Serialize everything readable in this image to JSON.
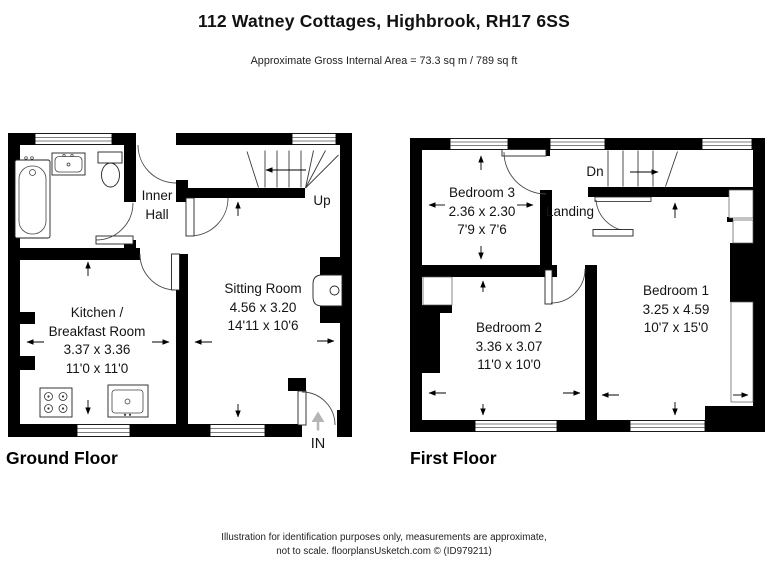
{
  "header": {
    "title": "112 Watney Cottages, Highbrook, RH17 6SS",
    "subtitle": "Approximate Gross Internal Area = 73.3 sq m / 789 sq ft"
  },
  "ground_floor": {
    "label": "Ground Floor",
    "stairs_label": "Up",
    "entrance_label": "IN",
    "rooms": {
      "kitchen": {
        "name1": "Kitchen /",
        "name2": "Breakfast Room",
        "dim_m": "3.37 x 3.36",
        "dim_ft": "11'0 x 11'0"
      },
      "sitting_room": {
        "name": "Sitting Room",
        "dim_m": "4.56 x 3.20",
        "dim_ft": "14'11 x 10'6"
      },
      "inner_hall": {
        "name1": "Inner",
        "name2": "Hall"
      }
    }
  },
  "first_floor": {
    "label": "First Floor",
    "stairs_label": "Dn",
    "rooms": {
      "bedroom1": {
        "name": "Bedroom 1",
        "dim_m": "3.25 x 4.59",
        "dim_ft": "10'7 x 15'0"
      },
      "bedroom2": {
        "name": "Bedroom 2",
        "dim_m": "3.36 x 3.07",
        "dim_ft": "11'0 x 10'0"
      },
      "bedroom3": {
        "name": "Bedroom 3",
        "dim_m": "2.36 x 2.30",
        "dim_ft": "7'9 x 7'6"
      },
      "landing": {
        "name": "Landing"
      }
    }
  },
  "footer": {
    "line1": "Illustration for identification purposes only, measurements are approximate,",
    "line2": "not to scale. floorplansUsketch.com © (ID979211)"
  },
  "colors": {
    "wall": "#000000",
    "text": "#141414",
    "entry_arrow": "#b5b5b5"
  },
  "icons": [
    "bathtub-icon",
    "toilet-icon",
    "bathroom-sink-icon",
    "stove-icon",
    "kitchen-sink-icon",
    "boiler-icon",
    "entrance-arrow-icon",
    "stairs-up-icon",
    "stairs-down-icon",
    "dimension-arrow-icon"
  ]
}
